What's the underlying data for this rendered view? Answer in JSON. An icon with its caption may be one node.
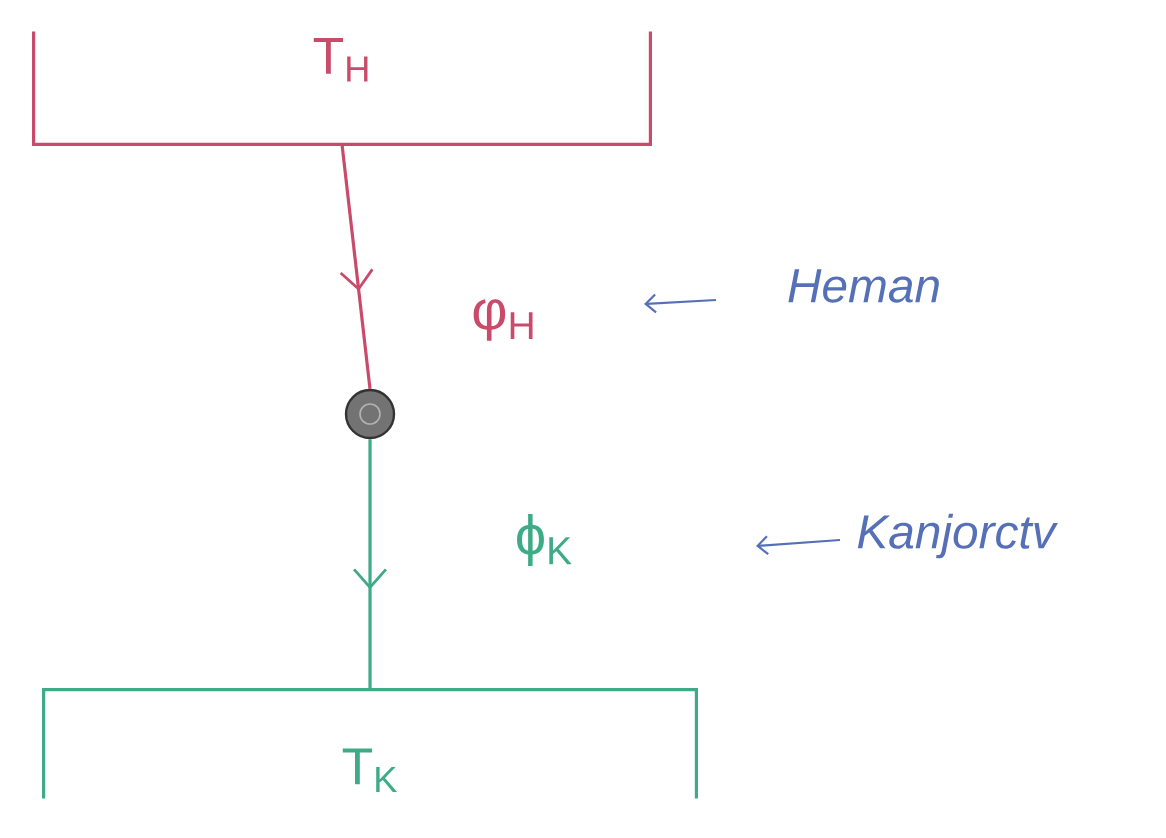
{
  "diagram": {
    "nodes": [
      {
        "text": [
          "T$_{H}$"
        ]
      },
      {
        "text": [],
        "shape": "circle"
      },
      {
        "text": [
          "T$_{K}$"
        ]
      }
    ],
    "edges": [
      {
        "from": 0,
        "to": 1,
        "arrow": "to",
        "label": "φ$_{H}$",
        "color": "#c94a6a"
      },
      {
        "from": 1,
        "to": 2,
        "arrow": "to",
        "label": "ϕ$_{K}$",
        "color": "#3dab86"
      }
    ],
    "labels": [
      "Heman",
      "Kanjorctv"
    ]
  }
}
